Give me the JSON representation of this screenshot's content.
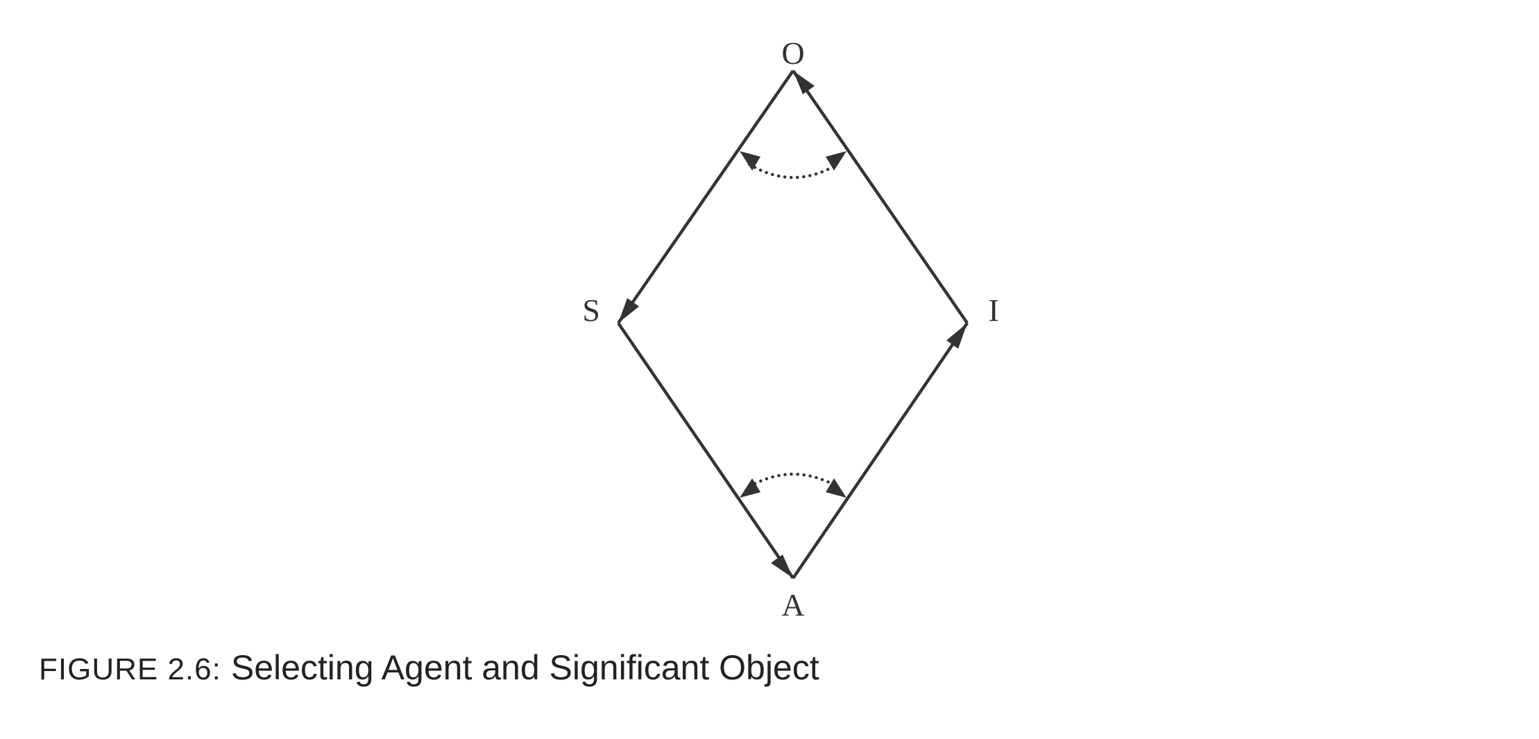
{
  "diagram": {
    "nodes": [
      {
        "id": "O",
        "label": "O"
      },
      {
        "id": "S",
        "label": "S"
      },
      {
        "id": "I",
        "label": "I"
      },
      {
        "id": "A",
        "label": "A"
      }
    ],
    "edges": [
      {
        "from": "O",
        "to": "S"
      },
      {
        "from": "S",
        "to": "A"
      },
      {
        "from": "A",
        "to": "I"
      },
      {
        "from": "I",
        "to": "O"
      }
    ],
    "angle_arcs": [
      {
        "at": "O",
        "style": "dotted",
        "arrows": "both"
      },
      {
        "at": "A",
        "style": "dotted",
        "arrows": "both"
      }
    ],
    "colors": {
      "stroke": "#333333"
    }
  },
  "caption": {
    "label": "FIGURE 2.6:",
    "text": "Selecting Agent and Significant Object"
  }
}
